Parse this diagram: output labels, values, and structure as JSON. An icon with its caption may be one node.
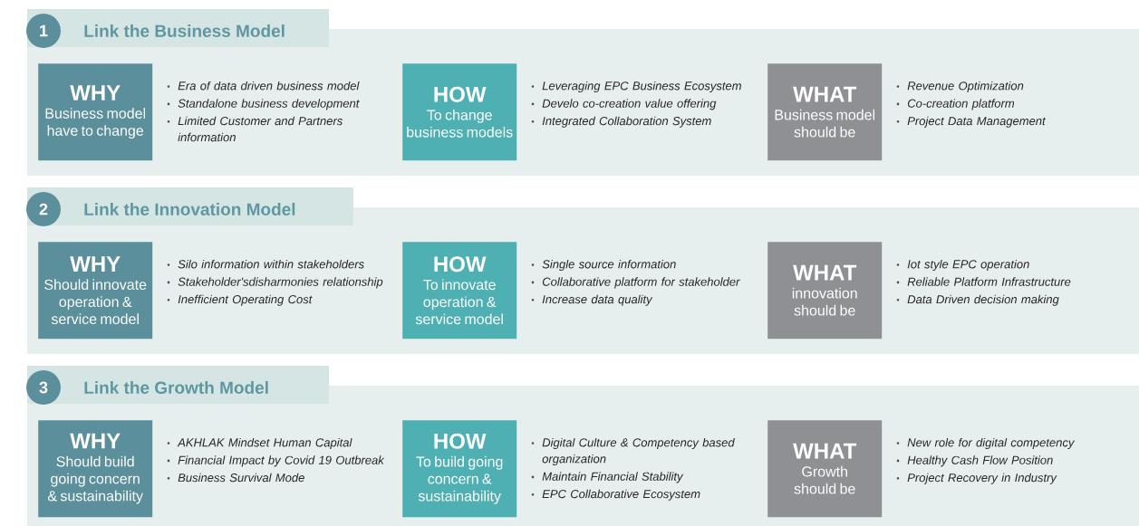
{
  "diagram": {
    "nodes": [
      {
        "text": [
          "Link the Business Model"
        ]
      },
      {
        "text": [
          "1"
        ]
      },
      {
        "text": [
          "WHY",
          "Business model have to change"
        ],
        "in": 0,
        "beside": [
          "Era of data driven business model",
          "Standalone business development",
          "Limited Customer and Partners information"
        ]
      },
      {
        "text": [
          "HOW",
          "To change business models"
        ],
        "in": 0,
        "beside": [
          "Leveraging EPC Business Ecosystem",
          "Develo co-creation value offering",
          "Integrated Collaboration System"
        ]
      },
      {
        "text": [
          "WHAT",
          "Business model should be"
        ],
        "in": 0,
        "beside": [
          "Revenue Optimization",
          "Co-creation platform",
          "Project Data Management"
        ]
      },
      {
        "text": [
          "Link the Innovation Model"
        ]
      },
      {
        "text": [
          "2"
        ]
      },
      {
        "text": [
          "WHY",
          "Should innovate operation & service model"
        ],
        "in": 5,
        "beside": [
          "Silo information within stakeholders",
          "Stakeholder'sdisharmonies relationship",
          "Inefficient Operating Cost"
        ]
      },
      {
        "text": [
          "HOW",
          "To innovate operation & service model"
        ],
        "in": 5,
        "beside": [
          "Single source information",
          "Collaborative platform for stakeholder",
          "Increase data quality"
        ]
      },
      {
        "text": [
          "WHAT",
          "innovation should be"
        ],
        "in": 5,
        "beside": [
          "Iot style EPC operation",
          "Reliable Platform Infrastructure",
          "Data Driven decision making"
        ]
      },
      {
        "text": [
          "Link the Growth Model"
        ]
      },
      {
        "text": [
          "3"
        ]
      },
      {
        "text": [
          "WHY",
          "Should build going concern & sustainability"
        ],
        "in": 10,
        "beside": [
          "AKHLAK Mindset Human Capital",
          "Financial Impact by Covid 19 Outbreak",
          "Business Survival Mode"
        ]
      },
      {
        "text": [
          "HOW",
          "To build going concern & sustainability"
        ],
        "in": 10,
        "beside": [
          "Digital Culture & Competency based organization",
          "Maintain Financial Stability",
          "EPC Collaborative Ecosystem"
        ]
      },
      {
        "text": [
          "WHAT",
          "Growth should be"
        ],
        "in": 10,
        "beside": [
          "New role for digital competency",
          "Healthy Cash Flow Position",
          "Project Recovery in Industry"
        ]
      }
    ],
    "edges": []
  }
}
